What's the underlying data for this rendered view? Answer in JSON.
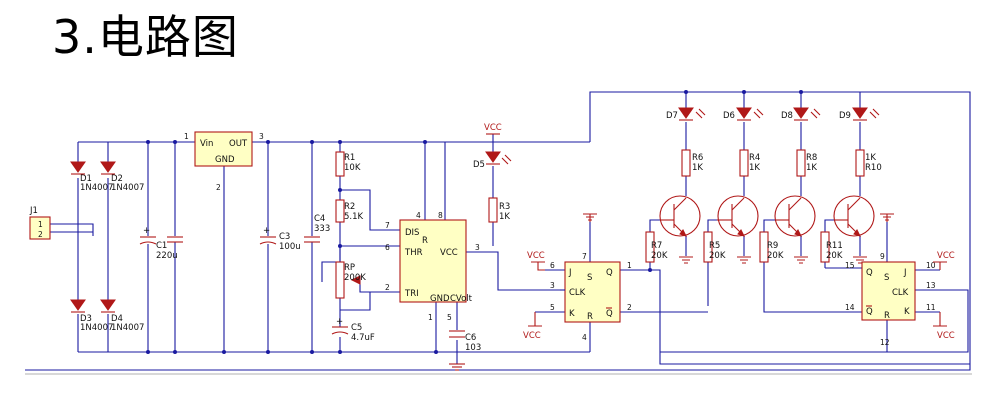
{
  "title": "3.电路图",
  "labels": {
    "J1": "J1",
    "J1p1": "1",
    "J1p2": "2",
    "D1": "D1",
    "D1v": "1N4007",
    "D2": "D2",
    "D2v": "1N4007",
    "D3": "D3",
    "D3v": "1N4007",
    "D4": "D4",
    "D4v": "1N4007",
    "C1": "C1",
    "C1v": "220u",
    "REGvin": "Vin",
    "REGout": "OUT",
    "REGgnd": "GND",
    "REGp1": "1",
    "REGp2": "2",
    "REGp3": "3",
    "C3": "C3",
    "C3v": "100u",
    "C4": "C4",
    "C4v": "333",
    "R1": "R1",
    "R1v": "10K",
    "R2": "R2",
    "R2v": "5.1K",
    "RP": "RP",
    "RPv": "200K",
    "C5": "C5",
    "C5v": "4.7uF",
    "U1dis": "DIS",
    "U1r": "R",
    "U1thr": "THR",
    "U1vcc": "VCC",
    "U1tri": "TRI",
    "U1gnd": "GND",
    "U1cv": "CVolt",
    "U1p4": "4",
    "U1p8": "8",
    "U1p7": "7",
    "U1p6": "6",
    "U1p2": "2",
    "U1p3": "3",
    "U1p1": "1",
    "U1p5": "5",
    "C6": "C6",
    "C6v": "103",
    "VCC": "VCC",
    "D5": "D5",
    "R3": "R3",
    "R3v": "1K",
    "D7": "D7",
    "D6": "D6",
    "D8": "D8",
    "D9": "D9",
    "R6": "R6",
    "R6v": "1K",
    "R4": "R4",
    "R4v": "1K",
    "R8": "R8",
    "R8v": "1K",
    "R10": "R10",
    "R10v": "1K",
    "R7": "R7",
    "R7v": "20K",
    "R5": "R5",
    "R5v": "20K",
    "R9": "R9",
    "R9v": "20K",
    "R11": "R11",
    "R11v": "20K",
    "FFj": "J",
    "FFs": "S",
    "FFq": "Q",
    "FFclk": "CLK",
    "FFk": "K",
    "FFr": "R",
    "FFqn": "Q",
    "F1p7": "7",
    "F1p6": "6",
    "F1p3": "3",
    "F1p5": "5",
    "F1p1": "1",
    "F1p2": "2",
    "F1p4": "4",
    "F2p9": "9",
    "F2p15": "15",
    "F2p10": "10",
    "F2p13": "13",
    "F2p14": "14",
    "F2p11": "11",
    "F2p12": "12"
  },
  "colors": {
    "wire": "#1a1aa0",
    "part": "#b01818",
    "ic_fill": "#ffffc4"
  }
}
